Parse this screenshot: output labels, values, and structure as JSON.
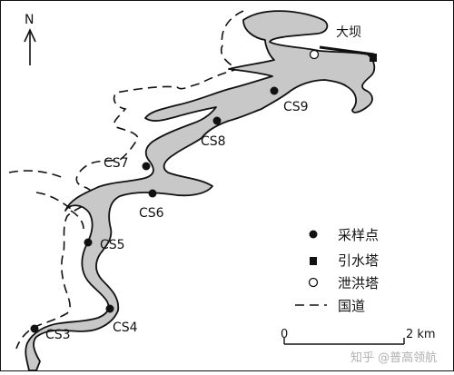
{
  "north_label": "N",
  "dam_label": "大坝",
  "sites": [
    "CS3",
    "CS4",
    "CS5",
    "CS6",
    "CS7",
    "CS8",
    "CS9"
  ],
  "legend": {
    "sampling_point": "采样点",
    "intake_tower": "引水塔",
    "spillway_tower": "泄洪塔",
    "national_road": "国道"
  },
  "scale": {
    "start": "0",
    "end": "2 km"
  },
  "watermark": "知乎 @普高领航",
  "colors": {
    "water": "#c8c8c8",
    "outline": "#111111",
    "background": "#ffffff"
  }
}
